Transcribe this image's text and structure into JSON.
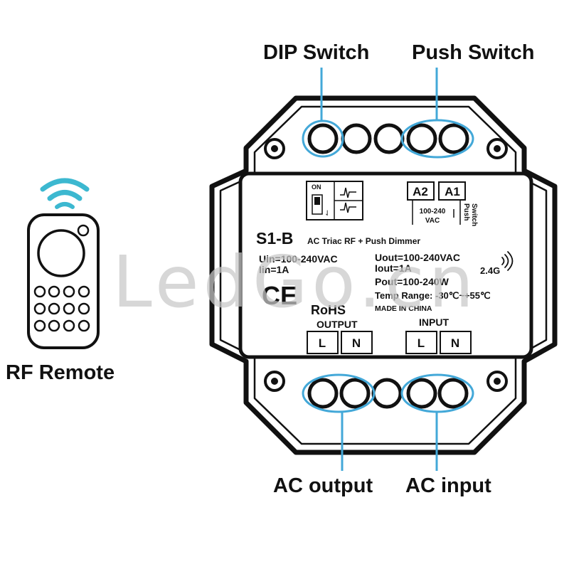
{
  "callouts": {
    "dip_switch": "DIP Switch",
    "push_switch": "Push Switch",
    "rf_remote": "RF Remote",
    "ac_output": "AC output",
    "ac_input": "AC input"
  },
  "device": {
    "model": "S1-B",
    "subtitle": "AC Triac RF + Push Dimmer",
    "dip_on": "ON",
    "dip_arrow": "⇃",
    "push_terminals": [
      "A2",
      "A1"
    ],
    "push_voltage": [
      "100-240",
      "VAC"
    ],
    "push_side_label": [
      "Push",
      "Switch"
    ],
    "uin": "Uin=100-240VAC",
    "iin": "Iin=1A",
    "uout": "Uout=100-240VAC",
    "iout": "Iout=1A",
    "pout": "Pout=100-240W",
    "temp_range": "Temp Range: -30℃~+55℃",
    "made_in": "MADE IN CHINA",
    "wireless": "2.4G",
    "ce_mark": "CE",
    "rohs": "RoHS",
    "output_label": "OUTPUT",
    "input_label": "INPUT",
    "output_terminals": [
      "L",
      "N"
    ],
    "input_terminals": [
      "L",
      "N"
    ]
  },
  "watermark": "LedGo.cn",
  "colors": {
    "highlight": "#43a8d8",
    "outline": "#111111",
    "wireless_icon": "#3cb8d0"
  }
}
